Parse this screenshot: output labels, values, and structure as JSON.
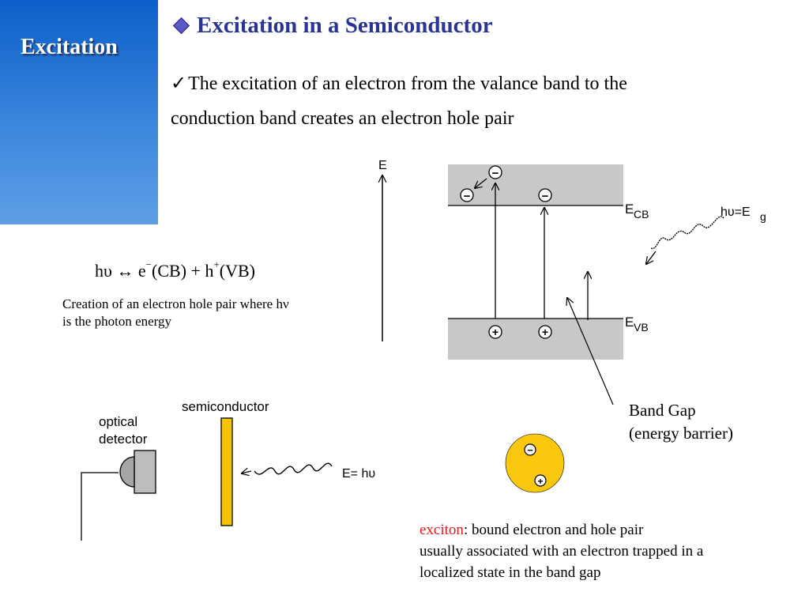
{
  "sidebar": {
    "title": "Excitation"
  },
  "heading": {
    "title": "Excitation in a Semiconductor"
  },
  "bullet": {
    "check": "✓",
    "line1": "The excitation of an electron from the valance band to the",
    "line2": "conduction band creates an electron hole pair"
  },
  "equation": {
    "left": "hυ",
    "arrow": "↔",
    "electron": "e",
    "electron_sign": "−",
    "cb": "(CB)",
    "plus": "+",
    "hole": "h",
    "hole_sign": "+",
    "vb": "(VB)"
  },
  "caption": {
    "line1": "Creation of an electron hole pair where hν",
    "line2": "is the photon energy"
  },
  "band_diagram": {
    "axis_label": "E",
    "ecb_main": "E",
    "ecb_sub": "CB",
    "evb_main": "E",
    "evb_sub": "VB",
    "photon_main": "hυ=E",
    "photon_sub": "g",
    "minus": "−",
    "plus": "+",
    "band_fill": "#c8c8c8"
  },
  "band_gap": {
    "line1": "Band Gap",
    "line2": "(energy barrier)"
  },
  "detector": {
    "semiconductor": "semiconductor",
    "optical_line1": "optical",
    "optical_line2": "detector",
    "energy": "E= hυ",
    "semiconductor_color": "#f5c400"
  },
  "exciton": {
    "term": "exciton",
    "def": ": bound electron and hole pair",
    "line2": "usually associated with an electron trapped in a",
    "line3": "localized state in the band gap",
    "circle_color": "#f9c80e"
  }
}
